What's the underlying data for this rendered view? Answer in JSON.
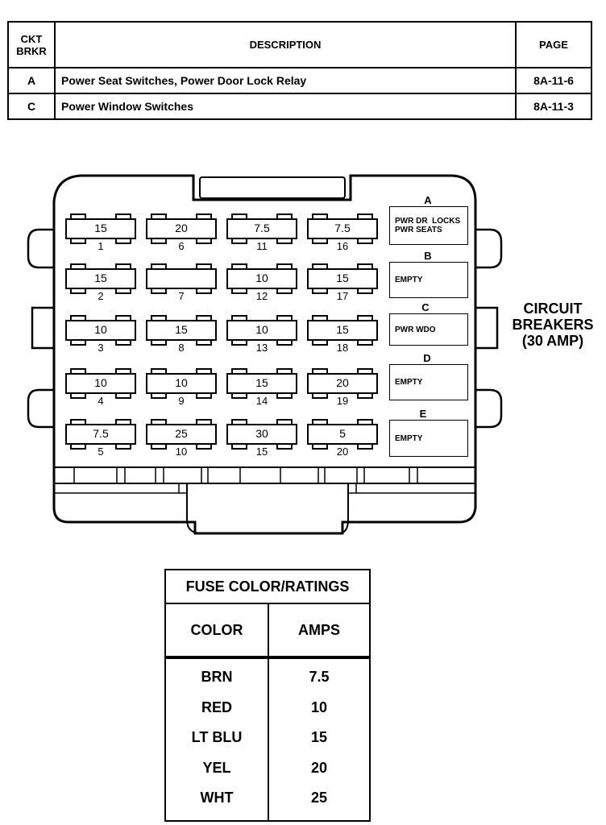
{
  "ref_table": {
    "headers": {
      "ckt_line1": "CKT",
      "ckt_line2": "BRKR",
      "description": "DESCRIPTION",
      "page": "PAGE"
    },
    "rows": [
      {
        "brkr": "A",
        "description": "Power Seat Switches, Power Door Lock Relay",
        "page": "8A-11-6"
      },
      {
        "brkr": "C",
        "description": "Power Window Switches",
        "page": "8A-11-3"
      }
    ]
  },
  "fuses": [
    {
      "number": "1",
      "rating": "15"
    },
    {
      "number": "2",
      "rating": "15"
    },
    {
      "number": "3",
      "rating": "10"
    },
    {
      "number": "4",
      "rating": "10"
    },
    {
      "number": "5",
      "rating": "7.5"
    },
    {
      "number": "6",
      "rating": "20"
    },
    {
      "number": "7",
      "rating": ""
    },
    {
      "number": "8",
      "rating": "15"
    },
    {
      "number": "9",
      "rating": "10"
    },
    {
      "number": "10",
      "rating": "25"
    },
    {
      "number": "11",
      "rating": "7.5"
    },
    {
      "number": "12",
      "rating": "10"
    },
    {
      "number": "13",
      "rating": "10"
    },
    {
      "number": "14",
      "rating": "15"
    },
    {
      "number": "15",
      "rating": "30"
    },
    {
      "number": "16",
      "rating": "7.5"
    },
    {
      "number": "17",
      "rating": "15"
    },
    {
      "number": "18",
      "rating": "15"
    },
    {
      "number": "19",
      "rating": "20"
    },
    {
      "number": "20",
      "rating": "5"
    }
  ],
  "circuit_breakers": {
    "title_line1": "CIRCUIT",
    "title_line2": "BREAKERS",
    "title_line3": "(30 AMP)",
    "items": [
      {
        "letter": "A",
        "line1": "PWR DR  LOCKS",
        "line2": "PWR SEATS"
      },
      {
        "letter": "B",
        "line1": "EMPTY",
        "line2": ""
      },
      {
        "letter": "C",
        "line1": "PWR WDO",
        "line2": ""
      },
      {
        "letter": "D",
        "line1": "EMPTY",
        "line2": ""
      },
      {
        "letter": "E",
        "line1": "EMPTY",
        "line2": ""
      }
    ]
  },
  "color_table": {
    "title": "FUSE COLOR/RATINGS",
    "col_color": "COLOR",
    "col_amps": "AMPS",
    "rows": [
      {
        "color": "BRN",
        "amps": "7.5"
      },
      {
        "color": "RED",
        "amps": "10"
      },
      {
        "color": "LT BLU",
        "amps": "15"
      },
      {
        "color": "YEL",
        "amps": "20"
      },
      {
        "color": "WHT",
        "amps": "25"
      }
    ]
  }
}
